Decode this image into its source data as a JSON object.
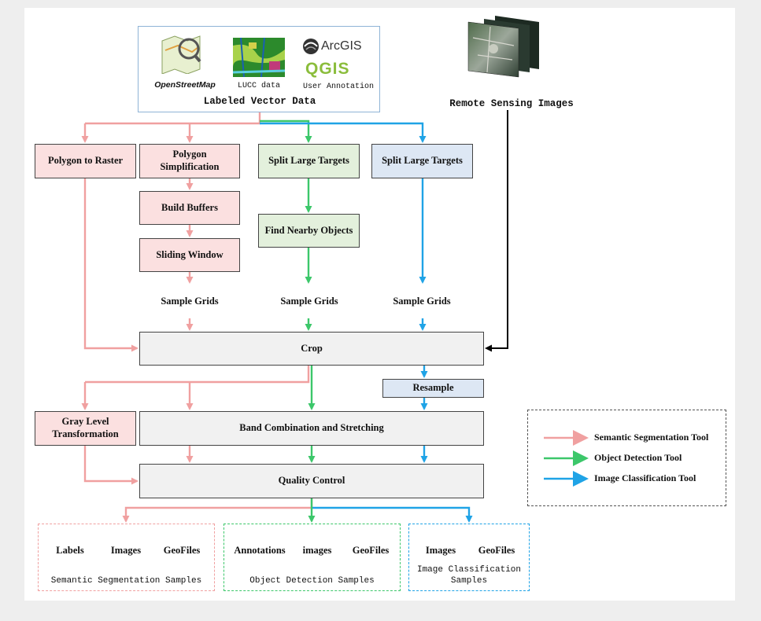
{
  "sources": {
    "title": "Labeled Vector Data",
    "logos": [
      {
        "name": "OpenStreetMap",
        "icon": "openstreetmap-logo"
      },
      {
        "name": "LUCC data",
        "icon": "lucc-map-thumbnail"
      },
      {
        "name": "ArcGIS",
        "icon": "arcgis-logo"
      },
      {
        "name": "QGIS",
        "icon": "qgis-logo"
      },
      {
        "name": "User Annotation",
        "icon": ""
      }
    ],
    "remote_sensing_label": "Remote Sensing Images"
  },
  "nodes": {
    "polygon_to_raster": "Polygon to Raster",
    "polygon_simplification": "Polygon Simplification",
    "split_large_targets_green": "Split Large Targets",
    "split_large_targets_blue": "Split Large Targets",
    "build_buffers": "Build Buffers",
    "find_nearby_objects": "Find Nearby Objects",
    "sliding_window": "Sliding Window",
    "sample_grids_pink": "Sample Grids",
    "sample_grids_green": "Sample Grids",
    "sample_grids_blue": "Sample Grids",
    "crop": "Crop",
    "resample": "Resample",
    "gray_level_transformation": "Gray Level Transformation",
    "band_combination": "Band Combination and Stretching",
    "quality_control": "Quality Control"
  },
  "outputs": {
    "semantic": {
      "items": [
        "Labels",
        "Images",
        "GeoFiles"
      ],
      "caption": "Semantic Segmentation Samples"
    },
    "object": {
      "items": [
        "Annotations",
        "images",
        "GeoFiles"
      ],
      "caption": "Object Detection Samples"
    },
    "classification": {
      "items": [
        "Images",
        "GeoFiles"
      ],
      "caption": "Image Classification Samples"
    }
  },
  "legend": [
    {
      "label": "Semantic Segmentation Tool",
      "color": "#f0a0a0"
    },
    {
      "label": "Object Detection Tool",
      "color": "#3cc76a"
    },
    {
      "label": "Image Classification Tool",
      "color": "#1fa3e6"
    }
  ],
  "colors": {
    "pink": "#f0a0a0",
    "green": "#3cc76a",
    "blue": "#1fa3e6",
    "black": "#000000"
  }
}
